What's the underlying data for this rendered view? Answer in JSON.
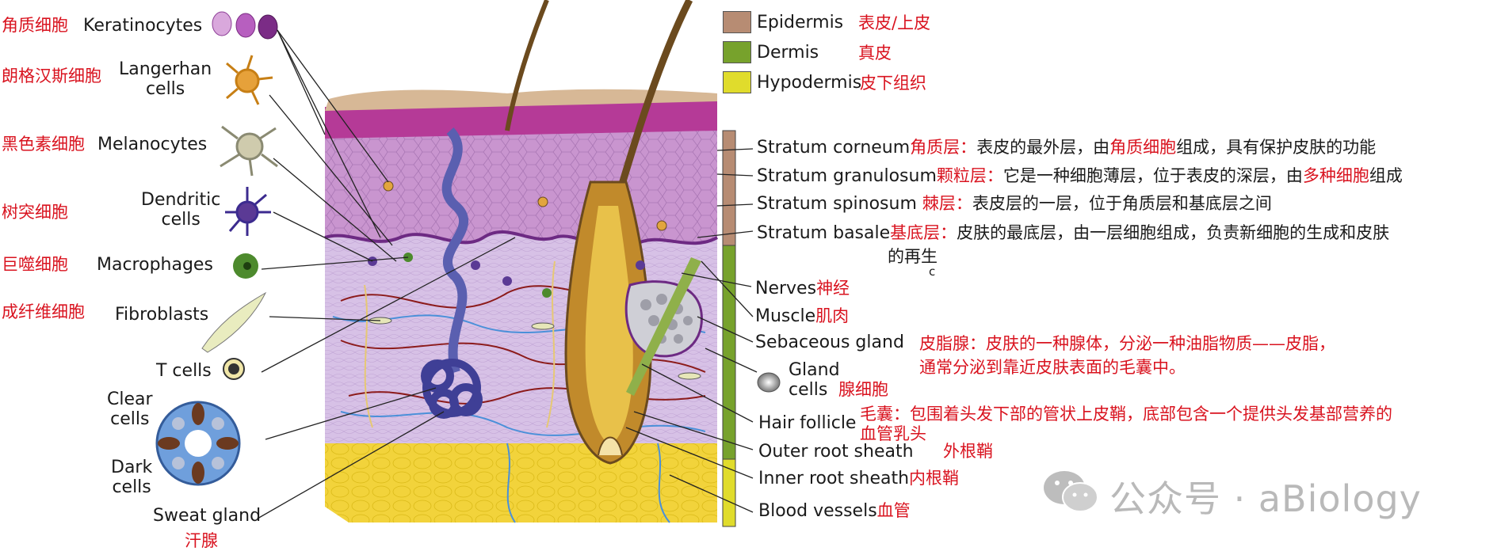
{
  "legend": [
    {
      "en": "Epidermis",
      "cn": "表皮/上皮",
      "color": "#b78c73"
    },
    {
      "en": "Dermis",
      "cn": "真皮",
      "color": "#77a22c"
    },
    {
      "en": "Hypodermis",
      "cn": "皮下组织",
      "color": "#e0dc2c"
    }
  ],
  "left_labels": [
    {
      "cn": "角质细胞",
      "en": "Keratinocytes"
    },
    {
      "cn": "朗格汉斯细胞",
      "en": "Langerhan\ncells"
    },
    {
      "cn": "黑色素细胞",
      "en": "Melanocytes"
    },
    {
      "cn": "树突细胞",
      "en": "Dendritic\ncells"
    },
    {
      "cn": "巨噬细胞",
      "en": "Macrophages"
    },
    {
      "cn": "成纤维细胞",
      "en": "Fibroblasts"
    },
    {
      "en": "T cells"
    },
    {
      "en": "Clear\ncells"
    },
    {
      "en": "Dark\ncells"
    },
    {
      "en": "Sweat gland",
      "cn": "汗腺"
    }
  ],
  "right_labels": [
    {
      "en": "Stratum corneum",
      "cn": "角质层：",
      "desc": "表皮的最外层，由",
      "hl": "角质细胞",
      "desc2": "组成，具有保护皮肤的功能"
    },
    {
      "en": "Stratum granulosum",
      "cn": "颗粒层：",
      "desc": "它是一种细胞薄层，位于表皮的深层，由",
      "hl": "多种细胞",
      "desc2": "组成"
    },
    {
      "en": "Stratum spinosum",
      "cn": "棘层：",
      "desc": "表皮层的一层，位于角质层和基底层之间"
    },
    {
      "en": "Stratum basale",
      "cn": "基底层：",
      "desc": "皮肤的最底层，由一层细胞组成，负责新细胞的生成和皮肤",
      "desc_line2": "的再生"
    },
    {
      "en": "Nerves",
      "cn": "神经"
    },
    {
      "en": "Muscle",
      "cn": "肌肉"
    },
    {
      "en": "Sebaceous gland",
      "cn_line1": "皮脂腺：皮肤的一种腺体，分泌一种油脂物质——皮脂，",
      "cn_line2": "通常分泌到靠近皮肤表面的毛囊中。"
    },
    {
      "en": "Gland\ncells",
      "cn": "腺细胞"
    },
    {
      "en": "Hair follicle",
      "cn_line1": "毛囊：包围着头发下部的管状上皮鞘，底部包含一个提供头发基部营养的",
      "cn_line2": "血管乳头"
    },
    {
      "en": "Outer root sheath",
      "cn": "外根鞘"
    },
    {
      "en": "Inner root sheath",
      "cn": "内根鞘"
    },
    {
      "en": "Blood vessels",
      "cn": "血管"
    }
  ],
  "stray_mark": "c",
  "watermark": "公众号 · aBiology"
}
